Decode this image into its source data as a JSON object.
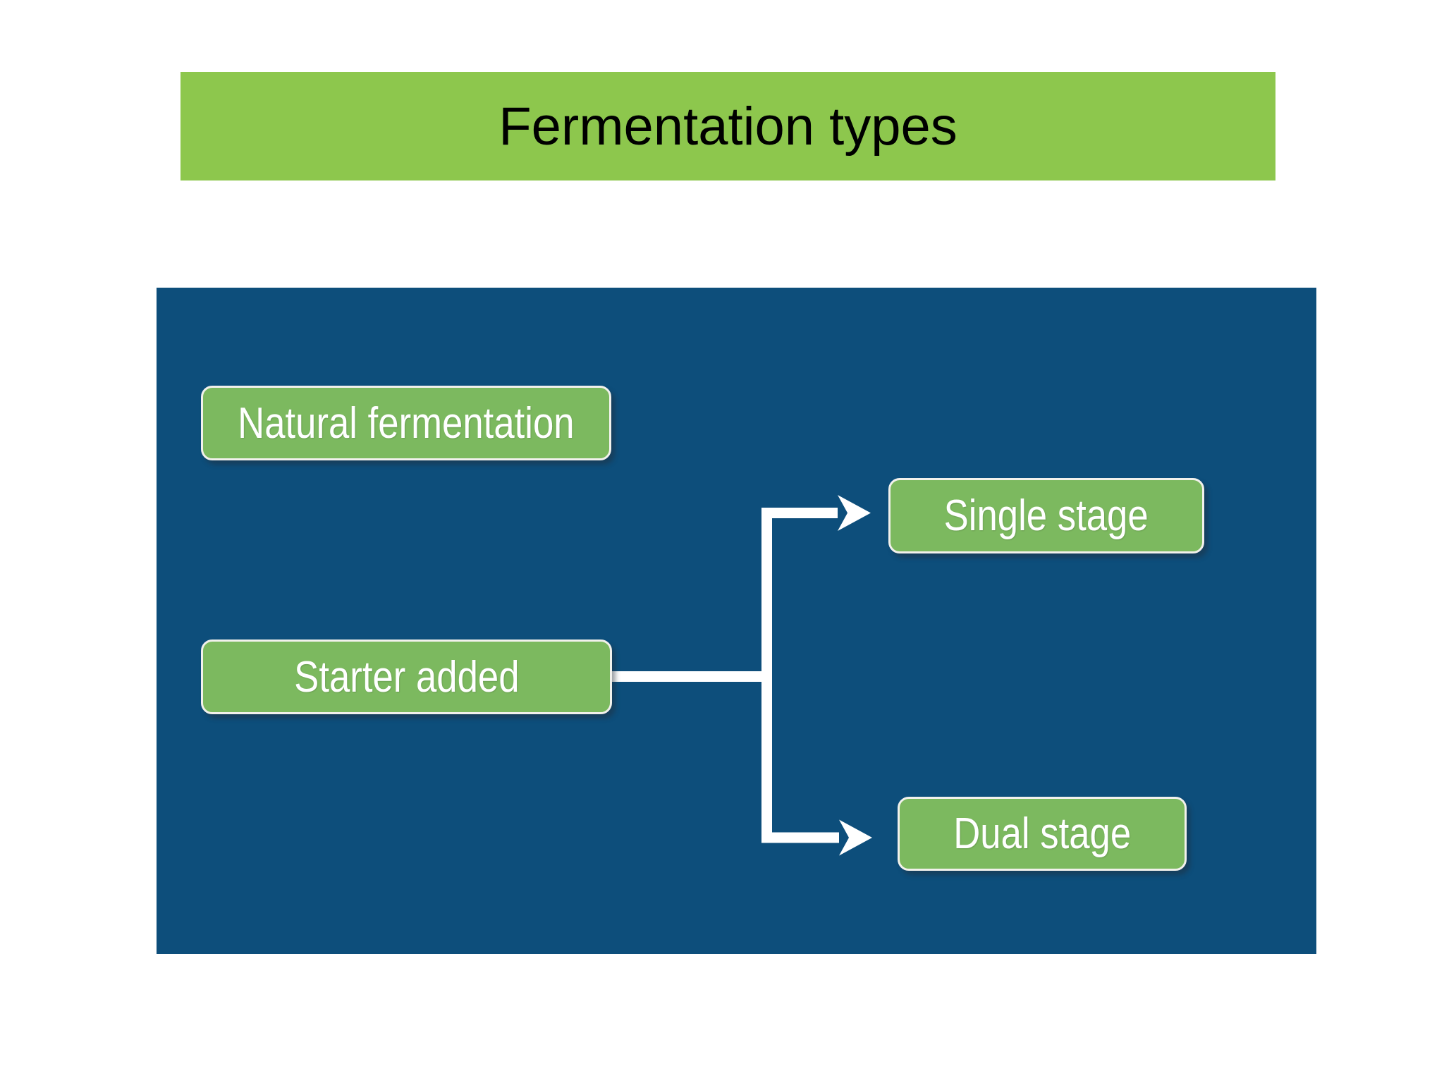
{
  "slide": {
    "title": "Fermentation types"
  },
  "diagram": {
    "nodes": [
      {
        "id": "natural-fermentation",
        "label": "Natural fermentation"
      },
      {
        "id": "starter-added",
        "label": "Starter added"
      },
      {
        "id": "single-stage",
        "label": "Single stage"
      },
      {
        "id": "dual-stage",
        "label": "Dual stage"
      }
    ],
    "edges": [
      {
        "from": "starter-added",
        "to": "single-stage"
      },
      {
        "from": "starter-added",
        "to": "dual-stage"
      }
    ],
    "colors": {
      "title_background": "#8DC74D",
      "title_text": "#000000",
      "panel_background": "#0D4E7B",
      "node_background": "#7CB95F",
      "node_border": "#F2F1EC",
      "node_text": "#FFFFFF",
      "connector": "#FFFFFF"
    }
  }
}
